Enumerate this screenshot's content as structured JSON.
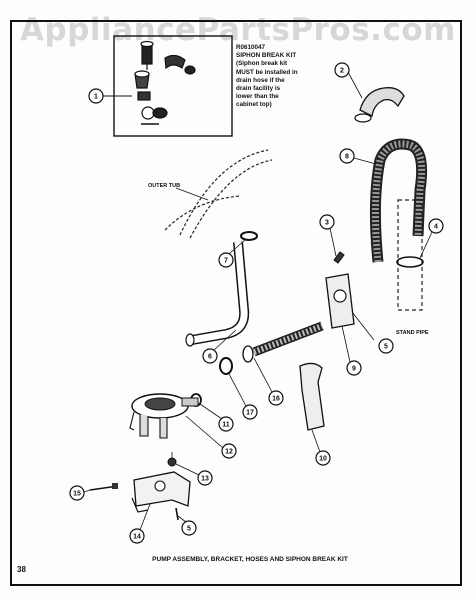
{
  "watermark": "AppliancePartsPros.com",
  "kit_note": {
    "part_number": "R0610047",
    "title": "SIPHON BREAK KIT",
    "lines": [
      "(Siphon break kit",
      "MUST be installed in",
      "drain hose if the",
      "drain facility is",
      "lower than the",
      "cabinet top)"
    ]
  },
  "labels": {
    "outer_tub": "OUTER TUB",
    "stand_pipe": "STAND PIPE"
  },
  "callouts": [
    "1",
    "2",
    "3",
    "4",
    "5",
    "6",
    "7",
    "8",
    "9",
    "10",
    "11",
    "12",
    "13",
    "14",
    "5",
    "15",
    "16",
    "17"
  ],
  "caption": "PUMP ASSEMBLY, BRACKET, HOSES AND SIPHON BREAK KIT",
  "page_number": "38"
}
